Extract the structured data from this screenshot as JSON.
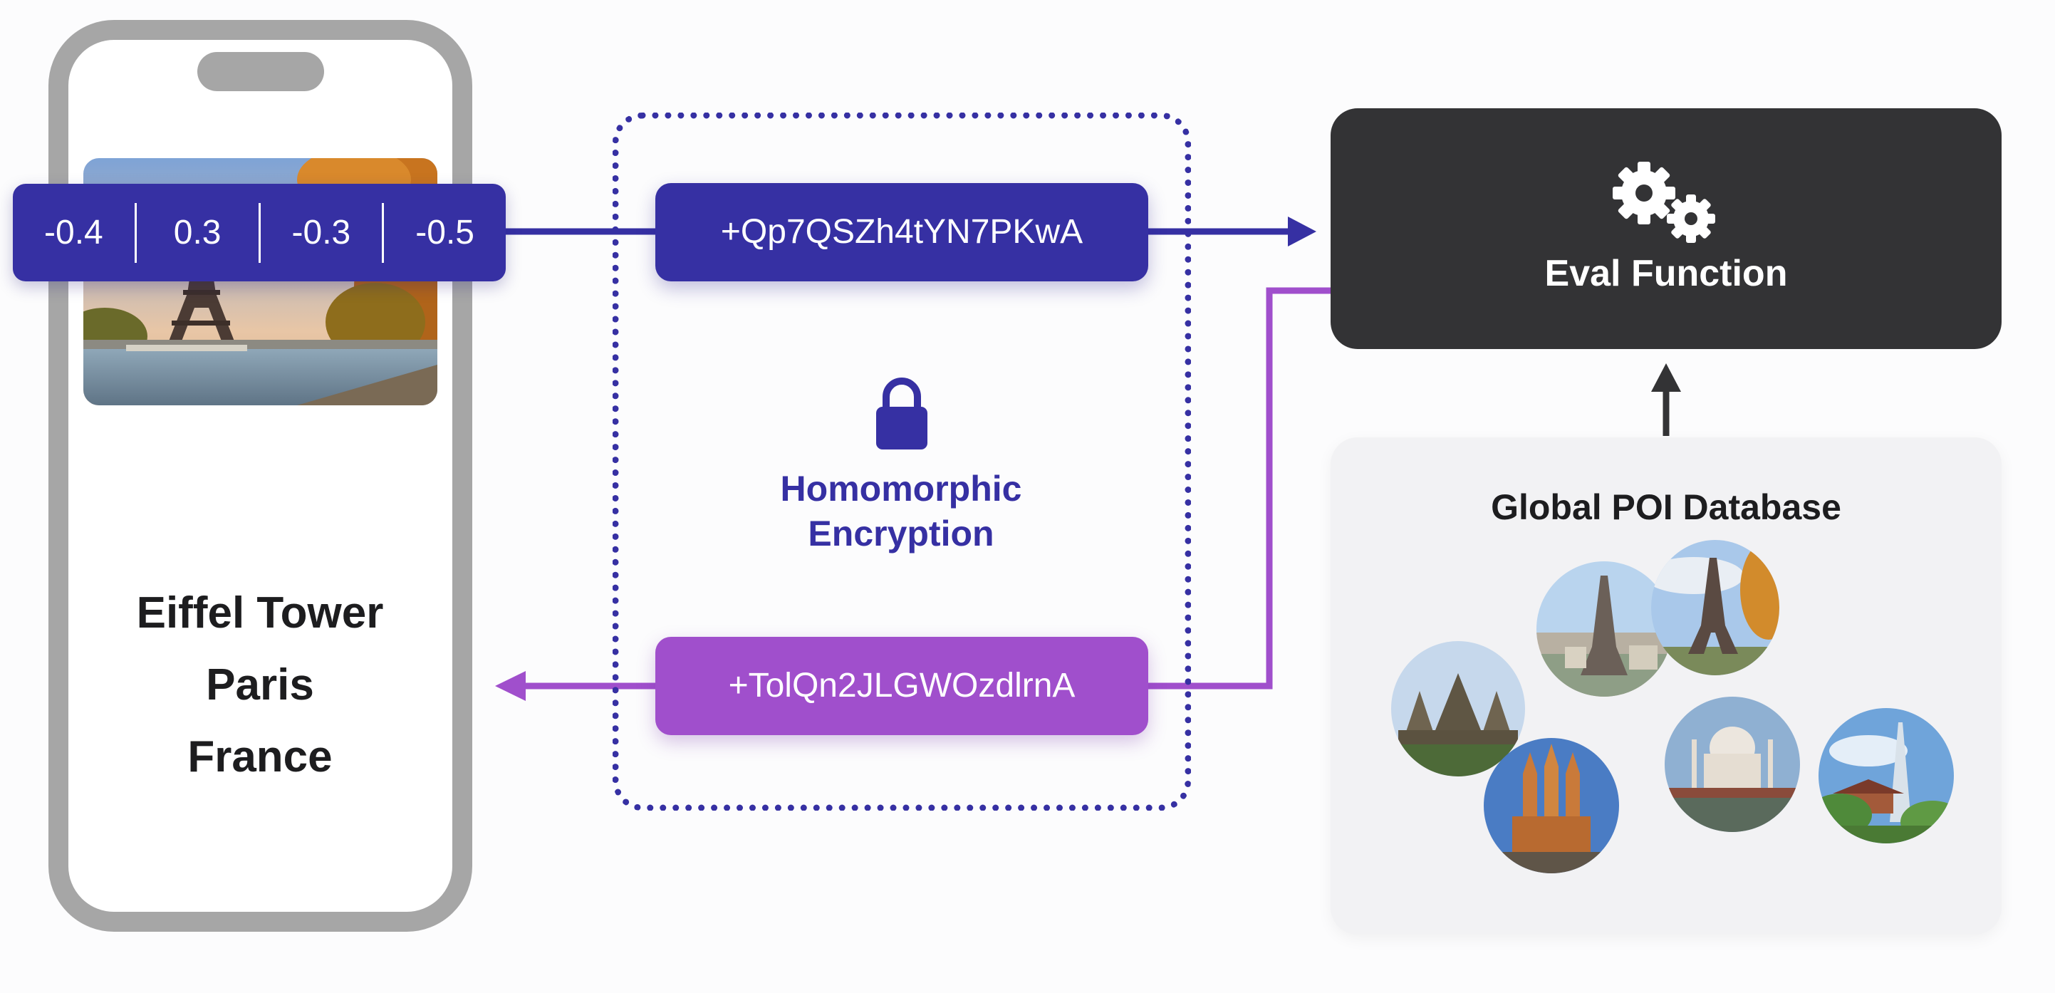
{
  "phone": {
    "embedding": [
      "-0.4",
      "0.3",
      "-0.3",
      "-0.5"
    ],
    "result_lines": [
      "Eiffel Tower",
      "Paris",
      "France"
    ]
  },
  "encryption": {
    "outgoing_ciphertext": "+Qp7QSZh4tYN7PKwA",
    "incoming_ciphertext": "+TolQn2JLGWOzdlrnA",
    "label_lines": [
      "Homomorphic",
      "Encryption"
    ]
  },
  "server": {
    "eval_label": "Eval Function",
    "db_title": "Global POI Database"
  },
  "icons": {
    "lock": "lock-icon",
    "gears": "gears-icon"
  },
  "colors": {
    "primary": "#3630a3",
    "secondary": "#a04fcc",
    "dark": "#333335",
    "phone_frame": "#a6a6a6",
    "db_background": "#f2f2f4"
  }
}
